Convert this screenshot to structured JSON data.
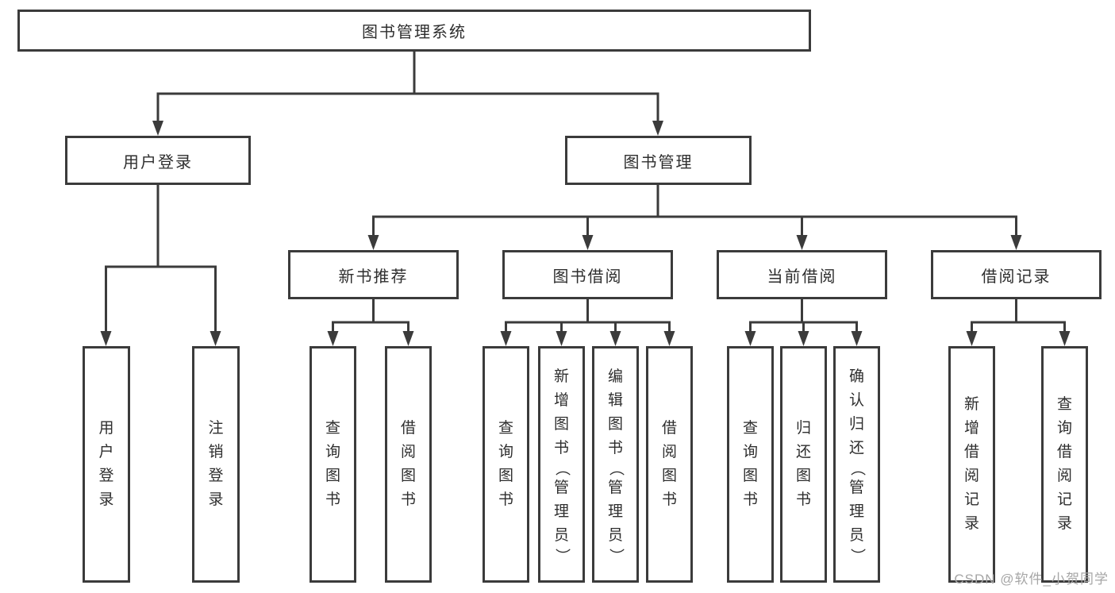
{
  "diagram": {
    "root": {
      "label": "图书管理系统"
    },
    "level2": [
      {
        "label": "用户登录"
      },
      {
        "label": "图书管理"
      }
    ],
    "level3": [
      {
        "label": "新书推荐"
      },
      {
        "label": "图书借阅"
      },
      {
        "label": "当前借阅"
      },
      {
        "label": "借阅记录"
      }
    ],
    "leaves": {
      "user_login": [
        "用户登录",
        "注销登录"
      ],
      "new_book": [
        "查询图书",
        "借阅图书"
      ],
      "book_borrow": [
        "查询图书",
        "新增图书（管理员）",
        "编辑图书（管理员）",
        "借阅图书"
      ],
      "current_borrow": [
        "查询图书",
        "归还图书",
        "确认归还（管理员）"
      ],
      "borrow_record": [
        "新增借阅记录",
        "查询借阅记录"
      ]
    },
    "watermark": "CSDN @软件_小贺同学",
    "colors": {
      "line": "#3b3b3b",
      "box_fill": "#ffffff",
      "text": "#2e2e2e",
      "background": "#ffffff",
      "watermark": "#a6a6a6"
    }
  }
}
